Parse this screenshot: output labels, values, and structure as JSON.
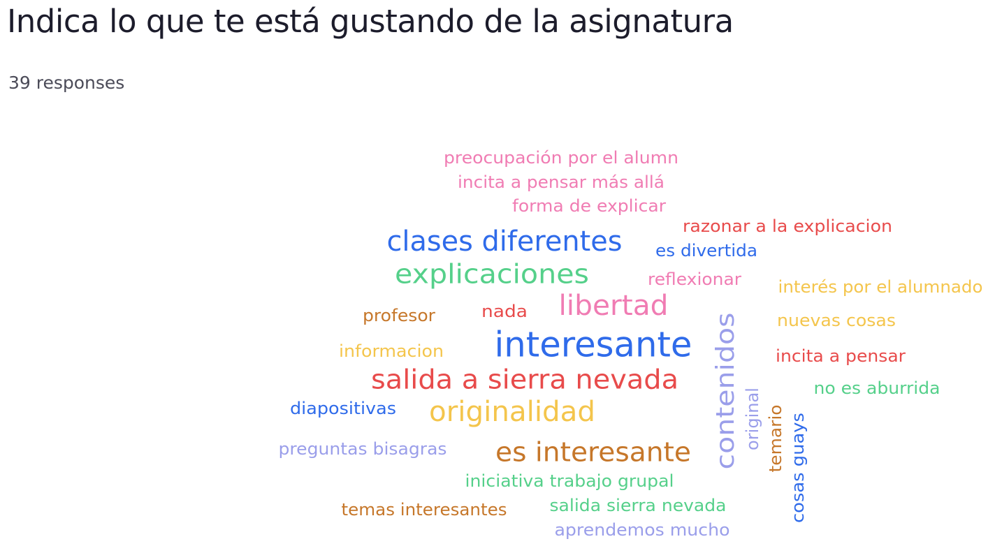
{
  "header": {
    "title": "Indica lo que te está gustando de la asignatura",
    "responses": "39 responses"
  },
  "colors": {
    "pink": "#F07CB3",
    "red": "#E84B4B",
    "blue": "#2F6BEA",
    "green": "#55D08A",
    "yellow": "#F4C54C",
    "orange": "#C6772A",
    "lavender": "#9A9EEA"
  },
  "chart_data": {
    "type": "wordcloud",
    "title": "Indica lo que te está gustando de la asignatura",
    "words": [
      {
        "text": "interesante",
        "weight": 10,
        "color": "blue",
        "rotated": false
      },
      {
        "text": "salida a sierra nevada",
        "weight": 7,
        "color": "red",
        "rotated": false
      },
      {
        "text": "contenidos",
        "weight": 7,
        "color": "lavender",
        "rotated": true
      },
      {
        "text": "libertad",
        "weight": 7,
        "color": "pink",
        "rotated": false
      },
      {
        "text": "clases diferentes",
        "weight": 7,
        "color": "blue",
        "rotated": false
      },
      {
        "text": "explicaciones",
        "weight": 7,
        "color": "green",
        "rotated": false
      },
      {
        "text": "originalidad",
        "weight": 7,
        "color": "yellow",
        "rotated": false
      },
      {
        "text": "es interesante",
        "weight": 7,
        "color": "orange",
        "rotated": false
      },
      {
        "text": "preocupación por el alumn",
        "weight": 3,
        "color": "pink",
        "rotated": false
      },
      {
        "text": "incita a pensar más allá",
        "weight": 3,
        "color": "pink",
        "rotated": false
      },
      {
        "text": "forma de explicar",
        "weight": 3,
        "color": "pink",
        "rotated": false
      },
      {
        "text": "razonar a la explicacion",
        "weight": 3,
        "color": "red",
        "rotated": false
      },
      {
        "text": "es divertida",
        "weight": 3,
        "color": "blue",
        "rotated": false
      },
      {
        "text": "reflexionar",
        "weight": 3,
        "color": "pink",
        "rotated": false
      },
      {
        "text": "interés por el alumnado",
        "weight": 3,
        "color": "yellow",
        "rotated": false
      },
      {
        "text": "profesor",
        "weight": 3,
        "color": "orange",
        "rotated": false
      },
      {
        "text": "nada",
        "weight": 3,
        "color": "red",
        "rotated": false
      },
      {
        "text": "nuevas cosas",
        "weight": 3,
        "color": "yellow",
        "rotated": false
      },
      {
        "text": "informacion",
        "weight": 3,
        "color": "yellow",
        "rotated": false
      },
      {
        "text": "incita a pensar",
        "weight": 3,
        "color": "red",
        "rotated": false
      },
      {
        "text": "no es aburrida",
        "weight": 3,
        "color": "green",
        "rotated": false
      },
      {
        "text": "original",
        "weight": 3,
        "color": "lavender",
        "rotated": true
      },
      {
        "text": "temario",
        "weight": 3,
        "color": "orange",
        "rotated": true
      },
      {
        "text": "cosas guays",
        "weight": 3,
        "color": "blue",
        "rotated": true
      },
      {
        "text": "diapositivas",
        "weight": 3,
        "color": "blue",
        "rotated": false
      },
      {
        "text": "preguntas bisagras",
        "weight": 3,
        "color": "lavender",
        "rotated": false
      },
      {
        "text": "iniciativa trabajo grupal",
        "weight": 3,
        "color": "green",
        "rotated": false
      },
      {
        "text": "temas interesantes",
        "weight": 3,
        "color": "orange",
        "rotated": false
      },
      {
        "text": "salida sierra nevada",
        "weight": 3,
        "color": "green",
        "rotated": false
      },
      {
        "text": "aprendemos mucho",
        "weight": 3,
        "color": "lavender",
        "rotated": false
      }
    ]
  }
}
